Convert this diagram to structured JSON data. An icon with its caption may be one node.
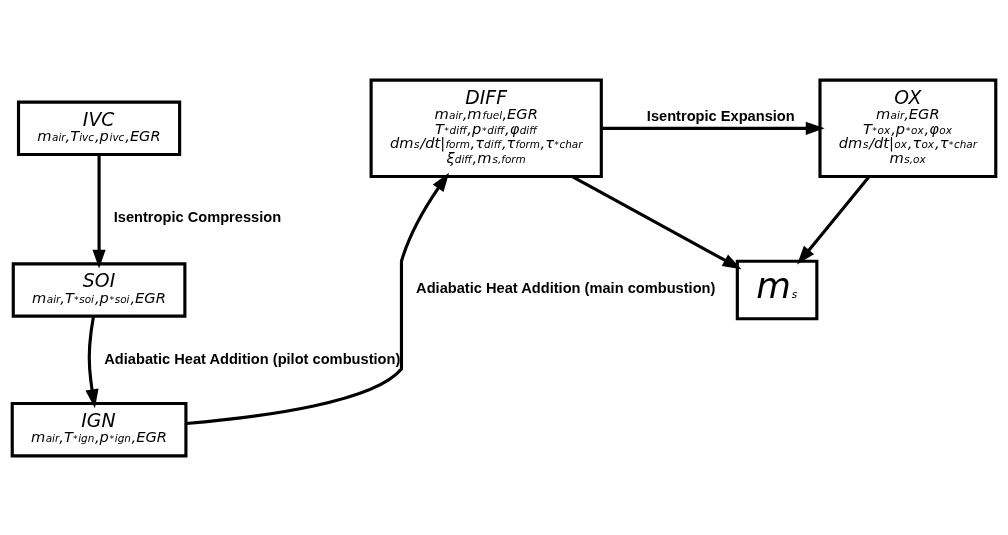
{
  "diagram": {
    "nodes": [
      {
        "text": [
          "IVC",
          "m$_{air}$,T$_{ivc}$,p$_{ivc}$,EGR"
        ]
      },
      {
        "text": [
          "SOI",
          "m$_{air}$,T$^{*}$$_{soi}$,p$^{*}$$_{soi}$,EGR"
        ]
      },
      {
        "text": [
          "IGN",
          "m$_{air}$,T$^{*}$$_{ign}$,p$^{*}$$_{ign}$,EGR"
        ]
      },
      {
        "text": [
          "DIFF",
          "m$_{air}$,m$_{fuel}$,EGR",
          "T$^{*}$$_{diff}$,p$^{*}$$_{diff}$,φ$_{diff}$",
          "dm$_{s}$/dt|$_{form}$,τ$_{diff}$,τ$_{form}$,τ$^{*}$$_{char}$",
          "ξ$_{diff}$,m$_{s,form}$"
        ]
      },
      {
        "text": [
          "OX",
          "m$_{air}$,EGR",
          "T$^{*}$$_{ox}$,p$^{*}$$_{ox}$,φ$_{ox}$",
          "dm$_{s}$/dt|$_{ox}$,τ$_{ox}$,τ$^{*}$$_{char}$",
          "m$_{s,ox}$"
        ]
      },
      {
        "text": [
          "m$_{s}$"
        ]
      }
    ],
    "edges": [
      {
        "from": 0,
        "to": 1,
        "arrow": "to",
        "label": "Isentropic Compression"
      },
      {
        "from": 1,
        "to": 2,
        "arrow": "to",
        "label": "Adiabatic Heat Addition (pilot combustion)"
      },
      {
        "from": 2,
        "to": 3,
        "arrow": "to",
        "label": "Adiabatic Heat Addition (main combustion)"
      },
      {
        "from": 3,
        "to": 4,
        "arrow": "to",
        "label": "Isentropic Expansion"
      },
      {
        "from": 3,
        "to": 5,
        "arrow": "to"
      },
      {
        "from": 4,
        "to": 5,
        "arrow": "to"
      }
    ]
  }
}
